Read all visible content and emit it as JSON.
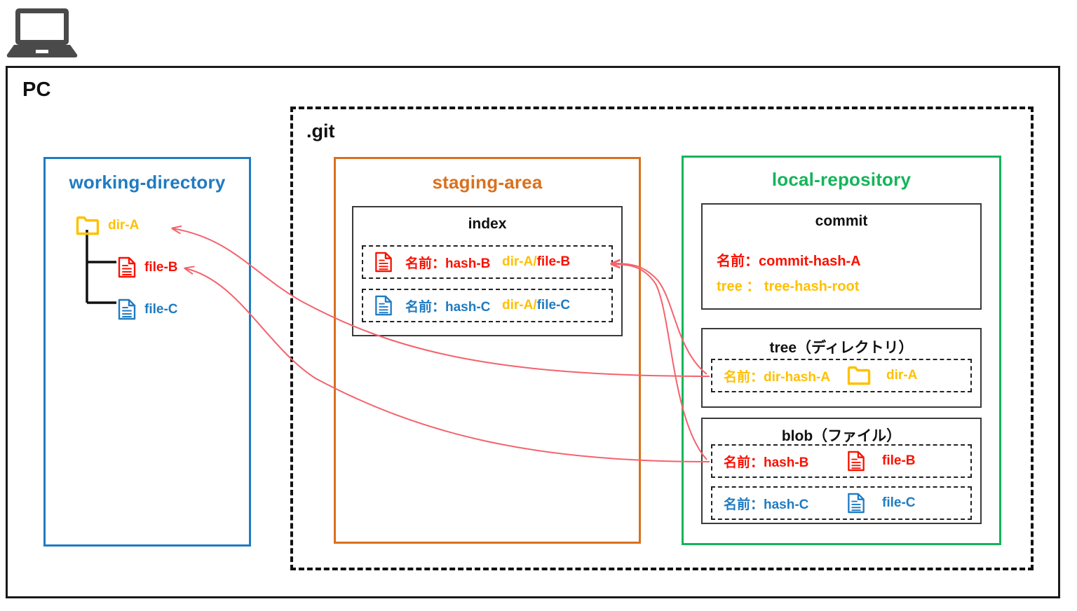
{
  "diagram": {
    "device_icon": "laptop-icon",
    "outer_label": "PC",
    "git_label": ".git"
  },
  "working_directory": {
    "title": "working-directory",
    "border_color": "#1f7bc1",
    "tree": [
      {
        "icon": "folder-icon",
        "label": "dir-A",
        "color": "#ffc000"
      },
      {
        "icon": "document-icon",
        "label": "file-B",
        "color": "#fa1000"
      },
      {
        "icon": "document-icon",
        "label": "file-C",
        "color": "#1f7bc1"
      }
    ]
  },
  "staging_area": {
    "title": "staging-area",
    "border_color": "#d9701e",
    "index": {
      "title": "index",
      "entries": [
        {
          "icon": "document-icon",
          "name": "名前：hash-B",
          "path_dir": "dir-A/",
          "path_file": "file-B",
          "color": "#fa1000"
        },
        {
          "icon": "document-icon",
          "name": "名前：hash-C",
          "path_dir": "dir-A/",
          "path_file": "file-C",
          "color": "#1f7bc1"
        }
      ]
    }
  },
  "local_repository": {
    "title": "local-repository",
    "border_color": "#13b55a",
    "commit": {
      "title": "commit",
      "name_line": "名前：commit-hash-A",
      "tree_line": "tree ： tree-hash-root"
    },
    "tree": {
      "title": "tree（ディレクトリ）",
      "entry": {
        "name": "名前：dir-hash-A",
        "icon": "folder-icon",
        "label": "dir-A",
        "color": "#ffc000"
      }
    },
    "blob": {
      "title": "blob（ファイル）",
      "entries": [
        {
          "name": "名前：hash-B",
          "icon": "document-icon",
          "label": "file-B",
          "color": "#fa1000"
        },
        {
          "name": "名前：hash-C",
          "icon": "document-icon",
          "label": "file-C",
          "color": "#1f7bc1"
        }
      ]
    }
  },
  "arrows": {
    "color": "#f4626c",
    "connections": [
      {
        "from": "tree-entry",
        "to": "working-directory-dir-A"
      },
      {
        "from": "blob-entry-b",
        "to": "working-directory-file-B"
      },
      {
        "from": "tree-entry",
        "to": "index-entry-hash-B"
      },
      {
        "from": "blob-entry-b",
        "to": "index-entry-hash-B"
      }
    ]
  }
}
